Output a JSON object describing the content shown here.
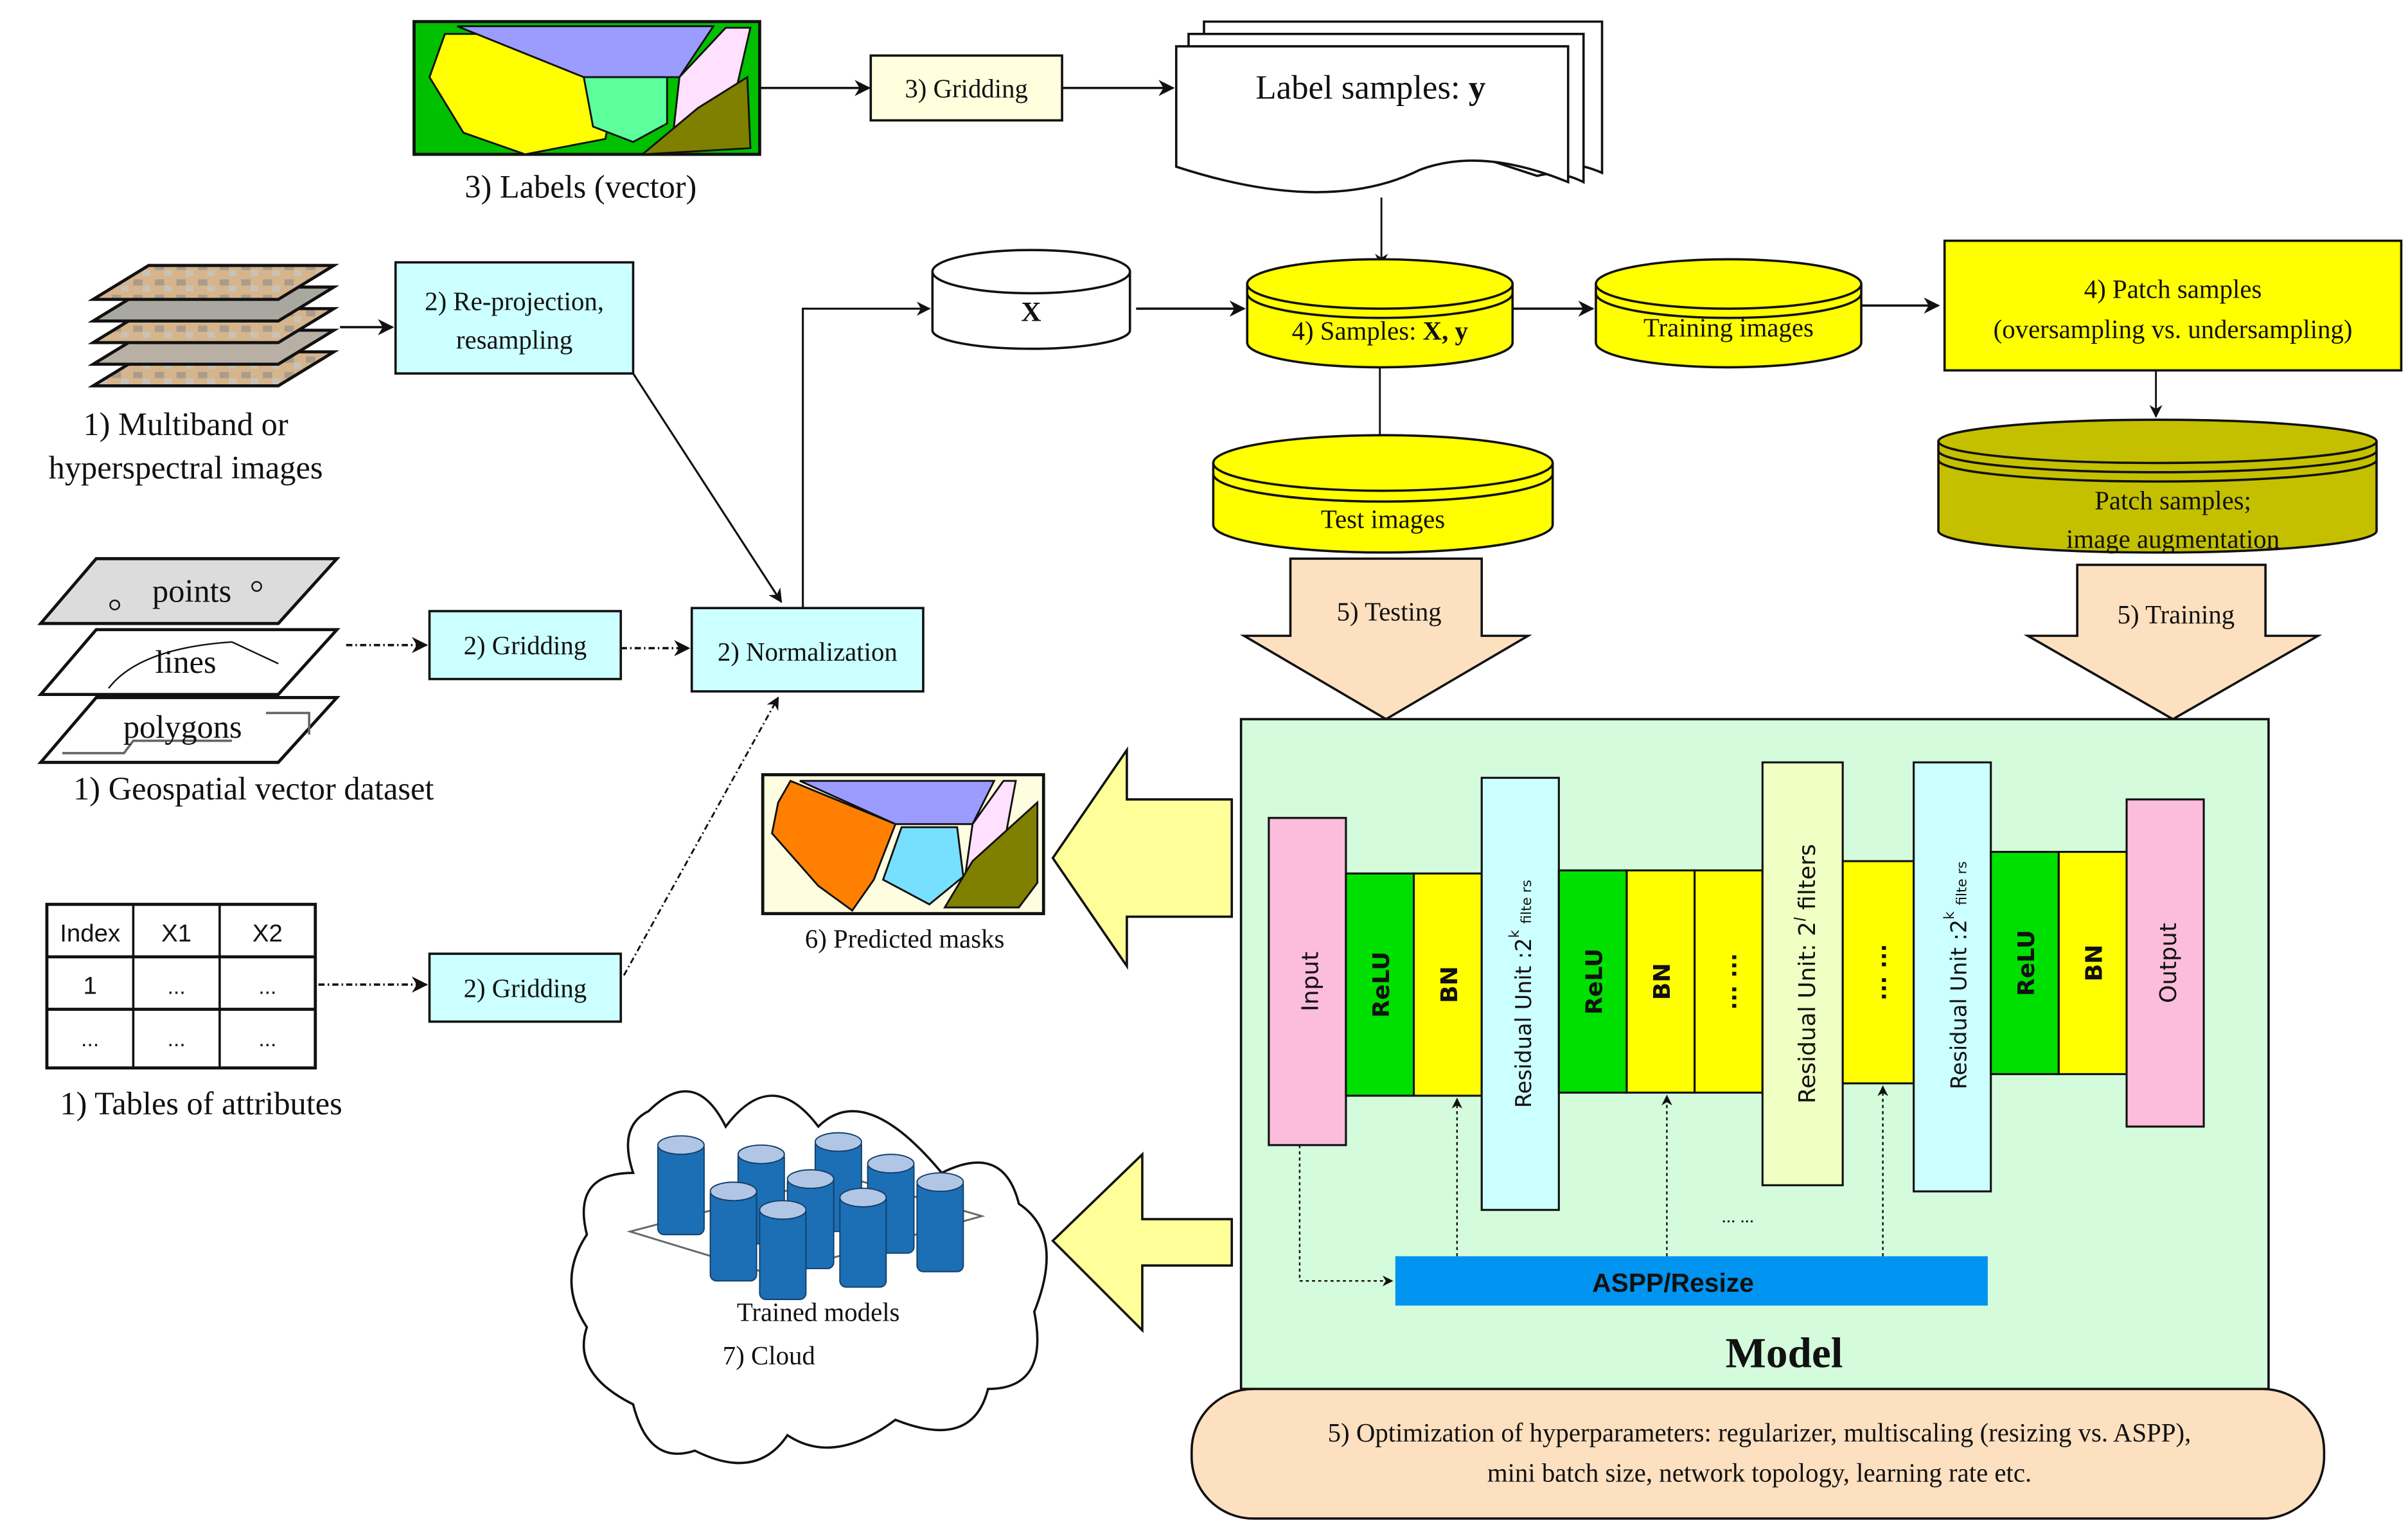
{
  "colors": {
    "cyan_box": "#ccffff",
    "cream_box": "#ffffdd",
    "yellow": "#ffff00",
    "olive_db": "#c4c000",
    "peach": "#fde0c0",
    "model_bg": "#d4fcdc",
    "relu_green": "#00e000",
    "input_pink": "#fcbcdc",
    "aspp_blue": "#0094f0",
    "arrow_yellow": "#ffff99"
  },
  "labels_vector": {
    "caption": "3) Labels (vector)"
  },
  "gridding_labels": {
    "text": "3) Gridding"
  },
  "label_samples": {
    "text": "Label  samples: ",
    "bold": "y"
  },
  "multiband": {
    "line1": "1) Multiband or",
    "line2": "hyperspectral images"
  },
  "reprojection": {
    "line1": "2) Re-projection,",
    "line2": "resampling"
  },
  "vector_dataset": {
    "layers": [
      "points",
      "lines",
      "polygons"
    ],
    "caption": "1) Geospatial vector dataset"
  },
  "gridding_vector": {
    "text": "2) Gridding"
  },
  "normalization": {
    "text": "2) Normalization"
  },
  "attributes_table": {
    "headers": [
      "Index",
      "X1",
      "X2"
    ],
    "rows": [
      [
        "1",
        "...",
        "..."
      ],
      [
        "...",
        "...",
        "..."
      ]
    ],
    "caption": "1) Tables of attributes"
  },
  "gridding_table": {
    "text": "2) Gridding"
  },
  "x_store": {
    "text": "X"
  },
  "samples": {
    "prefix": "4) Samples: ",
    "bold": "X, y"
  },
  "training_images": {
    "text": "Training images"
  },
  "test_images": {
    "text": "Test images"
  },
  "patch_samples_box": {
    "line1": "4) Patch samples",
    "line2": "(oversampling vs. undersampling)"
  },
  "patch_db": {
    "line1": "Patch samples;",
    "line2": "image augmentation"
  },
  "testing_arrow": {
    "text": "5) Testing"
  },
  "training_arrow": {
    "text": "5) Training"
  },
  "predicted_masks": {
    "caption": "6) Predicted masks"
  },
  "cloud": {
    "line1": "Trained models",
    "line2": "7) Cloud"
  },
  "model": {
    "title": "Model",
    "layers": {
      "input": "Input",
      "relu": "ReLU",
      "bn": "BN",
      "residual_k": "Residual Unit :2",
      "residual_k_sup": "k",
      "residual_k_tail": "filte rs",
      "residual_l": "Residual Unit: 2",
      "residual_l_sup": "l",
      "residual_l_tail": " filters",
      "ellipsis": "... ...",
      "output": "Output"
    },
    "mid_dots": "... ...",
    "aspp": "ASPP/Resize"
  },
  "hyperparams": {
    "line1": "5)  Optimization of hyperparameters:  regularizer, multiscaling (resizing vs. ASPP),",
    "line2": "mini batch size, network topology, learning rate etc."
  }
}
